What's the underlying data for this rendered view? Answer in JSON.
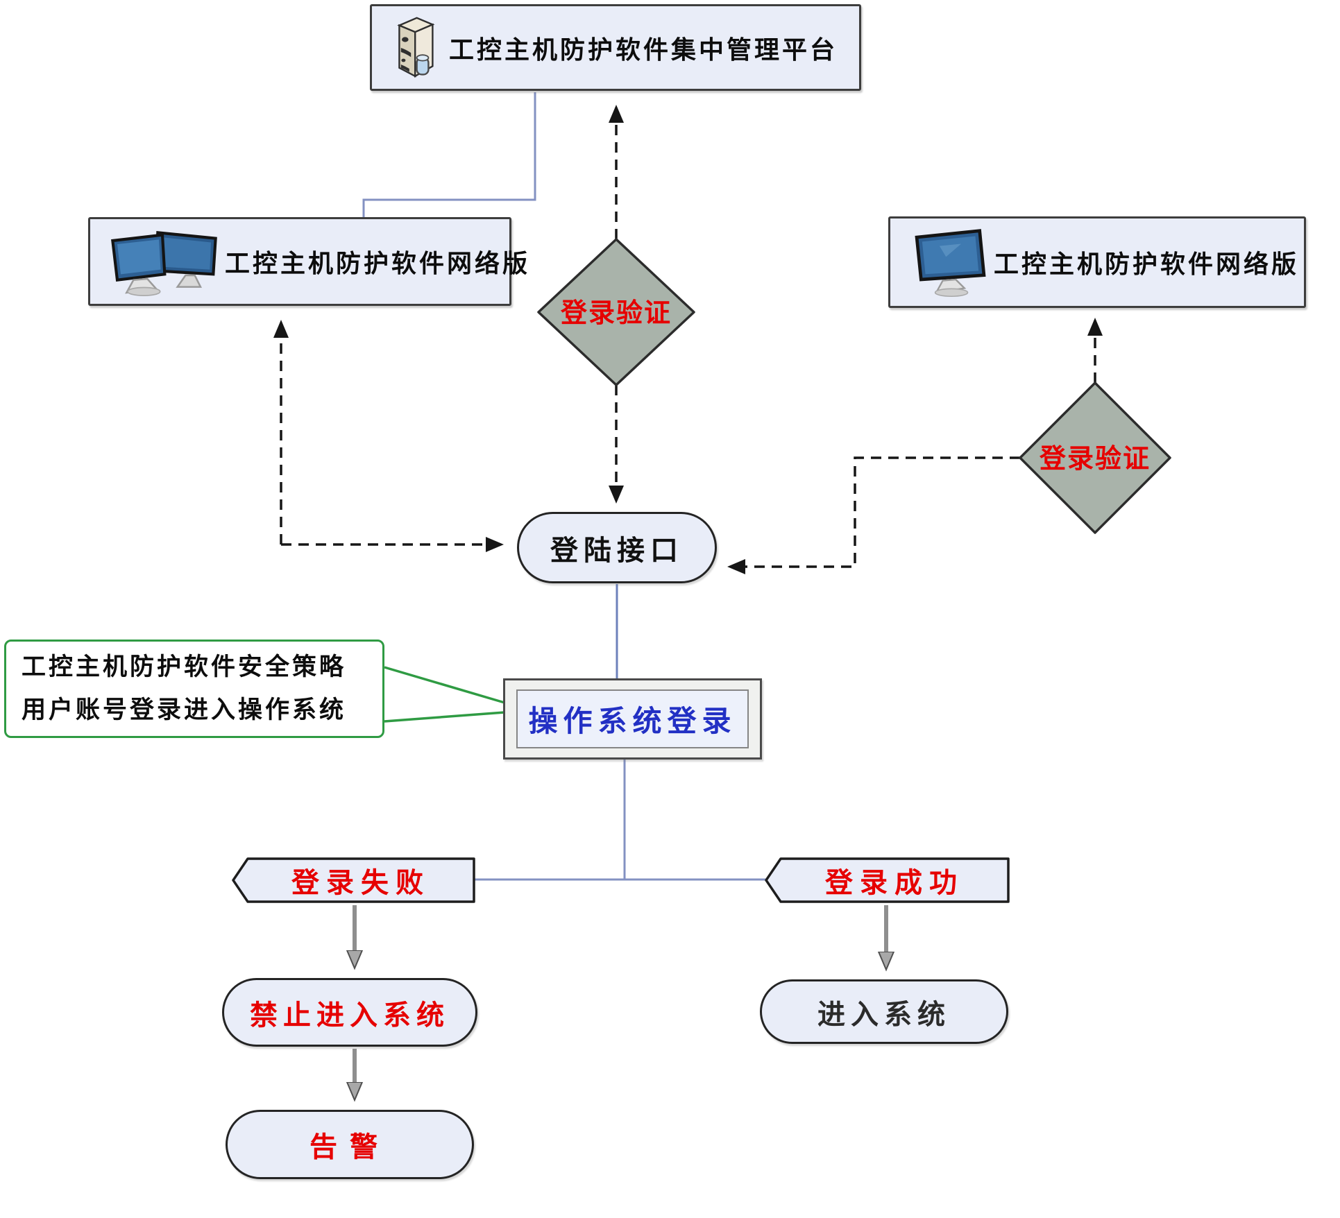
{
  "nodes": {
    "platform": {
      "label": "工控主机防护软件集中管理平台",
      "icon": "server-icon"
    },
    "client_left": {
      "label": "工控主机防护软件网络版",
      "icon": "dual-monitor-icon"
    },
    "client_right": {
      "label": "工控主机防护软件网络版",
      "icon": "monitor-icon"
    },
    "verify_center": {
      "label": "登录验证"
    },
    "verify_right": {
      "label": "登录验证"
    },
    "login_interface": {
      "label": "登陆接口"
    },
    "os_login": {
      "label": "操作系统登录"
    },
    "login_fail": {
      "label": "登录失败"
    },
    "login_success": {
      "label": "登录成功"
    },
    "deny_enter": {
      "label": "禁止进入系统"
    },
    "enter_system": {
      "label": "进入系统"
    },
    "alarm": {
      "label": "告警"
    }
  },
  "callout": {
    "line1": "工控主机防护软件安全策略",
    "line2": "用户账号登录进入操作系统"
  },
  "colors": {
    "node_fill": "#e9edf8",
    "node_border": "#3d3d3d",
    "diamond_fill": "#a9b3aa",
    "red_text": "#e60000",
    "blue_text": "#2230c4",
    "green_border": "#2f9b43",
    "blue_connector": "#8391c2",
    "dashed_connector": "#161616",
    "gray_arrow": "#8f8f8f"
  }
}
